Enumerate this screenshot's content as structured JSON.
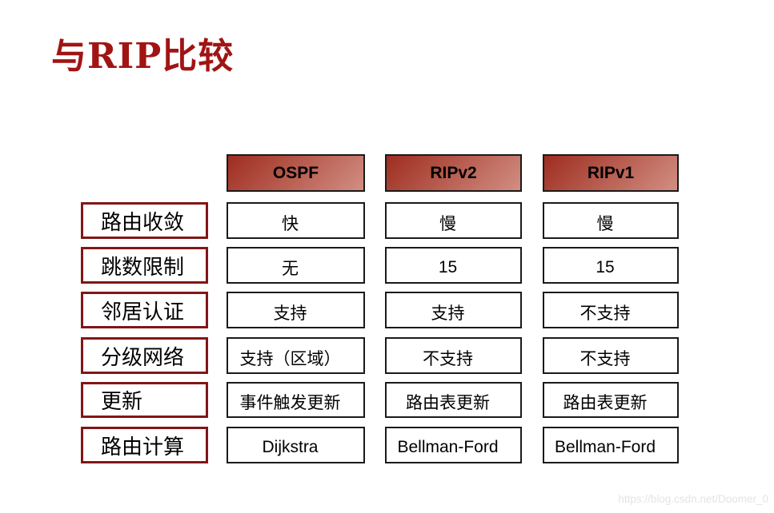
{
  "slide": {
    "title": "与RIP比较",
    "watermark": "https://blog.csdn.net/Doomer_0"
  },
  "table": {
    "columns": [
      "OSPF",
      "RIPv2",
      "RIPv1"
    ],
    "rows": [
      {
        "label": "路由收敛",
        "values": [
          "快",
          "慢",
          "慢"
        ]
      },
      {
        "label": "跳数限制",
        "values": [
          "无",
          "15",
          "15"
        ]
      },
      {
        "label": "邻居认证",
        "values": [
          "支持",
          "支持",
          "不支持"
        ]
      },
      {
        "label": "分级网络",
        "values": [
          "支持（区域）",
          "不支持",
          "不支持"
        ]
      },
      {
        "label": "更新",
        "values": [
          "事件触发更新",
          "路由表更新",
          "路由表更新"
        ]
      },
      {
        "label": "路由计算",
        "values": [
          "Dijkstra",
          "Bellman-Ford",
          "Bellman-Ford"
        ]
      }
    ]
  },
  "colors": {
    "title_color": "#A11414",
    "label_border": "#821616",
    "hdr_grad_start": "#9E2D20",
    "hdr_grad_end": "#D28E82",
    "cell_border": "#1A1A1A",
    "watermark_color": "#E4E4E8"
  }
}
